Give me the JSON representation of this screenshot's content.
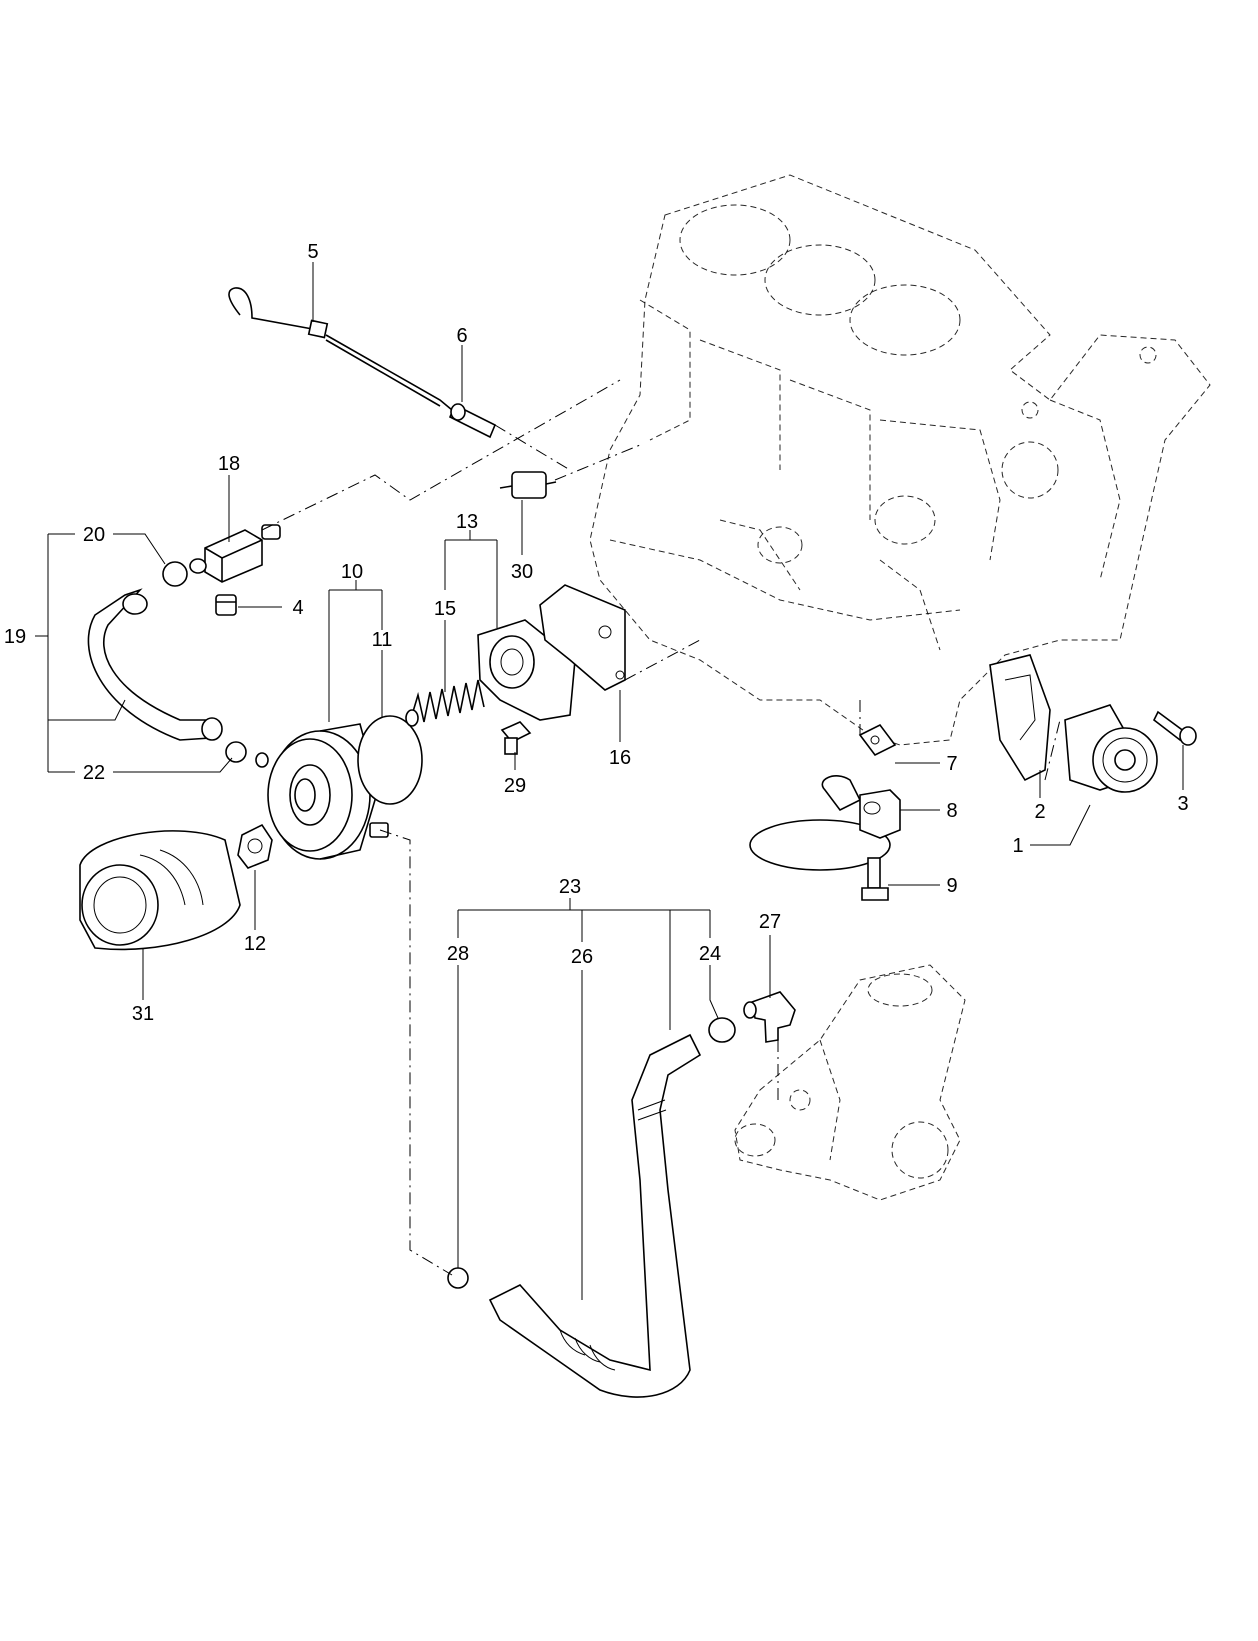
{
  "callouts": [
    "1",
    "2",
    "3",
    "4",
    "5",
    "6",
    "7",
    "8",
    "9",
    "10",
    "11",
    "12",
    "13",
    "15",
    "16",
    "18",
    "19",
    "20",
    "22",
    "23",
    "24",
    "26",
    "27",
    "28",
    "29",
    "30",
    "31"
  ],
  "icons": {
    "engine_block": "engine-block-outline",
    "water_pump": "water-pump-outline",
    "oil_filter": "oil-filter-canister"
  }
}
